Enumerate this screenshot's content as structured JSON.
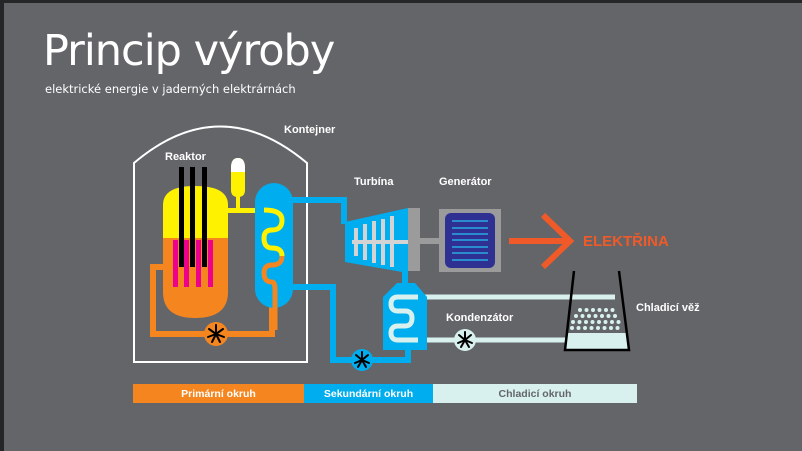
{
  "slide": {
    "title": "Princip výroby",
    "subtitle": "elektrické energie v jaderných elektrárnách"
  },
  "labels": {
    "container": "Kontejner",
    "reactor": "Reaktor",
    "turbine": "Turbína",
    "generator": "Generátor",
    "electricity": "ELEKTŘINA",
    "condenser": "Kondenzátor",
    "cooling_tower": "Chladicí věž"
  },
  "legend": [
    {
      "label": "Primární okruh",
      "color": "#f5861f",
      "text_color": "#ffffff"
    },
    {
      "label": "Sekundární okruh",
      "color": "#00aeef",
      "text_color": "#ffffff"
    },
    {
      "label": "Chladicí okruh",
      "color": "#d8f1ee",
      "text_color": "#636569"
    }
  ],
  "colors": {
    "background": "#636569",
    "primary": "#f5861f",
    "secondary": "#00aeef",
    "cooling": "#d8f1ee",
    "steam": "#fff200",
    "fuel": "#ec008c",
    "rods": "#000000",
    "electricity": "#f05a28",
    "generator": "#2e3192"
  },
  "icons": {
    "primary_pump": "fan-icon",
    "secondary_pump": "fan-icon",
    "cooling_pump": "fan-icon",
    "electricity_arrow": "arrow-right-icon"
  }
}
